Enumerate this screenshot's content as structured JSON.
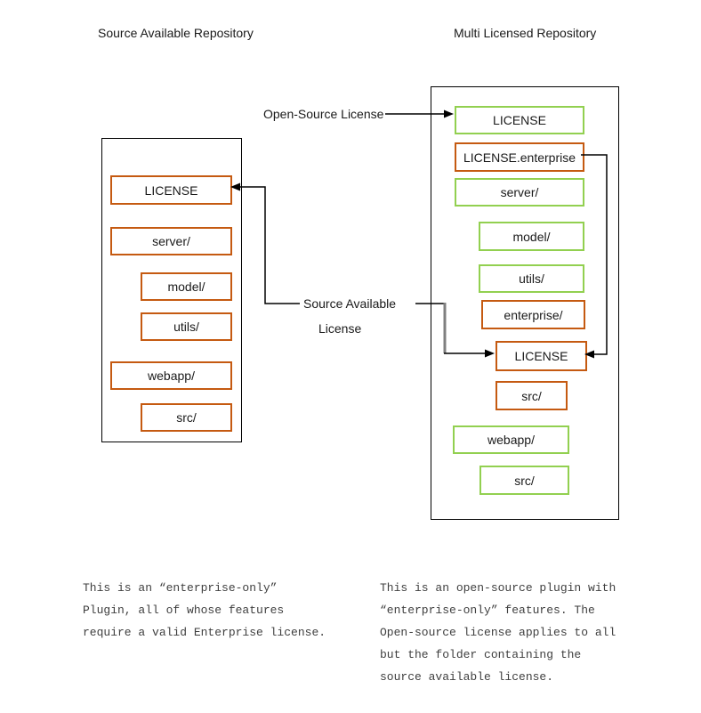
{
  "titles": {
    "left": "Source Available Repository",
    "right": "Multi Licensed Repository"
  },
  "labels": {
    "open_source": "Open-Source License",
    "source_available_line1": "Source Available",
    "source_available_line2": "License"
  },
  "left_repo": {
    "items": [
      {
        "label": "LICENSE",
        "color": "orange"
      },
      {
        "label": "server/",
        "color": "orange"
      },
      {
        "label": "model/",
        "color": "orange"
      },
      {
        "label": "utils/",
        "color": "orange"
      },
      {
        "label": "webapp/",
        "color": "orange"
      },
      {
        "label": "src/",
        "color": "orange"
      }
    ]
  },
  "right_repo": {
    "items": [
      {
        "label": "LICENSE",
        "color": "green"
      },
      {
        "label": "LICENSE.enterprise",
        "color": "orange"
      },
      {
        "label": "server/",
        "color": "green"
      },
      {
        "label": "model/",
        "color": "green"
      },
      {
        "label": "utils/",
        "color": "green"
      },
      {
        "label": "enterprise/",
        "color": "orange"
      },
      {
        "label": "LICENSE",
        "color": "orange"
      },
      {
        "label": "src/",
        "color": "orange"
      },
      {
        "label": "webapp/",
        "color": "green"
      },
      {
        "label": "src/",
        "color": "green"
      }
    ]
  },
  "captions": {
    "left": "This is an “enterprise-only”\nPlugin, all of whose features\nrequire a valid Enterprise license.",
    "right": "This is an open-source plugin with\n“enterprise-only” features. The\nOpen-source license applies to all\nbut the folder containing the\nsource available license."
  },
  "colors": {
    "orange": "#C55A11",
    "green": "#92D050",
    "line": "#000000",
    "thick_line": "#7f7f7f"
  }
}
